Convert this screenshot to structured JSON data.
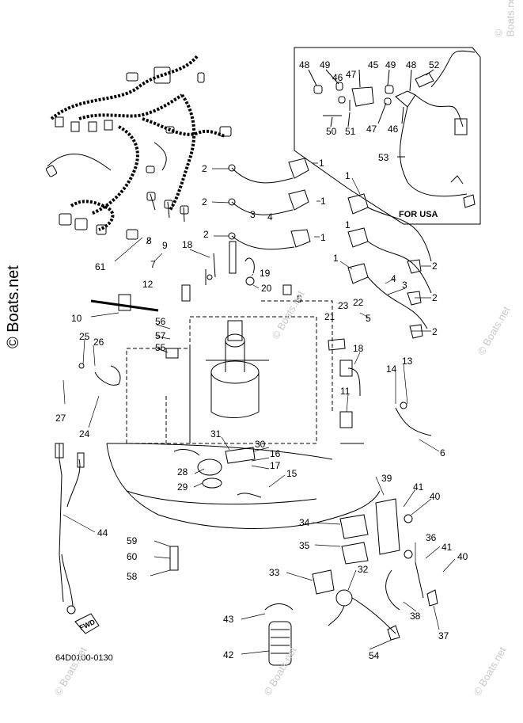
{
  "watermark": {
    "main": "© Boats.net",
    "faint": [
      "© Boats.net",
      "© Boats.net",
      "© Boats.net",
      "© Boats.net",
      "© Boats.net",
      "© Boats.net"
    ]
  },
  "diagram_code": "64D0100-0130",
  "inset": {
    "label": "FOR USA"
  },
  "fwd_label": "FWD",
  "callouts": [
    {
      "id": "c48a",
      "text": "48"
    },
    {
      "id": "c49a",
      "text": "49"
    },
    {
      "id": "c46a",
      "text": "46"
    },
    {
      "id": "c47a",
      "text": "47"
    },
    {
      "id": "c45",
      "text": "45"
    },
    {
      "id": "c49b",
      "text": "49"
    },
    {
      "id": "c48b",
      "text": "48"
    },
    {
      "id": "c52",
      "text": "52"
    },
    {
      "id": "c50",
      "text": "50"
    },
    {
      "id": "c51",
      "text": "51"
    },
    {
      "id": "c47b",
      "text": "47"
    },
    {
      "id": "c46b",
      "text": "46"
    },
    {
      "id": "c53",
      "text": "53"
    },
    {
      "id": "c2a",
      "text": "2"
    },
    {
      "id": "c1a",
      "text": "1"
    },
    {
      "id": "c1b",
      "text": "1"
    },
    {
      "id": "c2b",
      "text": "2"
    },
    {
      "id": "c1c",
      "text": "1"
    },
    {
      "id": "c3a",
      "text": "3"
    },
    {
      "id": "c4a",
      "text": "4"
    },
    {
      "id": "c2c",
      "text": "2"
    },
    {
      "id": "c1d",
      "text": "1"
    },
    {
      "id": "c1e",
      "text": "1"
    },
    {
      "id": "c1f",
      "text": "1"
    },
    {
      "id": "c2d",
      "text": "2"
    },
    {
      "id": "c4b",
      "text": "4"
    },
    {
      "id": "c3b",
      "text": "3"
    },
    {
      "id": "c2e",
      "text": "2"
    },
    {
      "id": "c2f",
      "text": "2"
    },
    {
      "id": "c5a",
      "text": "5"
    },
    {
      "id": "c5b",
      "text": "5"
    },
    {
      "id": "c23",
      "text": "23"
    },
    {
      "id": "c22",
      "text": "22"
    },
    {
      "id": "c21",
      "text": "21"
    },
    {
      "id": "c8",
      "text": "8"
    },
    {
      "id": "c9",
      "text": "9"
    },
    {
      "id": "c7",
      "text": "7"
    },
    {
      "id": "c18a",
      "text": "18"
    },
    {
      "id": "c61",
      "text": "61"
    },
    {
      "id": "c19",
      "text": "19"
    },
    {
      "id": "c20",
      "text": "20"
    },
    {
      "id": "c12",
      "text": "12"
    },
    {
      "id": "c10",
      "text": "10"
    },
    {
      "id": "c56",
      "text": "56"
    },
    {
      "id": "c57",
      "text": "57"
    },
    {
      "id": "c55",
      "text": "55"
    },
    {
      "id": "c25",
      "text": "25"
    },
    {
      "id": "c26",
      "text": "26"
    },
    {
      "id": "c18b",
      "text": "18"
    },
    {
      "id": "c14",
      "text": "14"
    },
    {
      "id": "c13",
      "text": "13"
    },
    {
      "id": "c11",
      "text": "11"
    },
    {
      "id": "c27",
      "text": "27"
    },
    {
      "id": "c24",
      "text": "24"
    },
    {
      "id": "c6",
      "text": "6"
    },
    {
      "id": "c31",
      "text": "31"
    },
    {
      "id": "c30",
      "text": "30"
    },
    {
      "id": "c16",
      "text": "16"
    },
    {
      "id": "c17",
      "text": "17"
    },
    {
      "id": "c28",
      "text": "28"
    },
    {
      "id": "c15",
      "text": "15"
    },
    {
      "id": "c29",
      "text": "29"
    },
    {
      "id": "c39",
      "text": "39"
    },
    {
      "id": "c41a",
      "text": "41"
    },
    {
      "id": "c40a",
      "text": "40"
    },
    {
      "id": "c44",
      "text": "44"
    },
    {
      "id": "c34",
      "text": "34"
    },
    {
      "id": "c59",
      "text": "59"
    },
    {
      "id": "c36",
      "text": "36"
    },
    {
      "id": "c35",
      "text": "35"
    },
    {
      "id": "c41b",
      "text": "41"
    },
    {
      "id": "c60",
      "text": "60"
    },
    {
      "id": "c40b",
      "text": "40"
    },
    {
      "id": "c58",
      "text": "58"
    },
    {
      "id": "c33",
      "text": "33"
    },
    {
      "id": "c32",
      "text": "32"
    },
    {
      "id": "c38",
      "text": "38"
    },
    {
      "id": "c43",
      "text": "43"
    },
    {
      "id": "c37",
      "text": "37"
    },
    {
      "id": "c42",
      "text": "42"
    },
    {
      "id": "c54",
      "text": "54"
    }
  ]
}
